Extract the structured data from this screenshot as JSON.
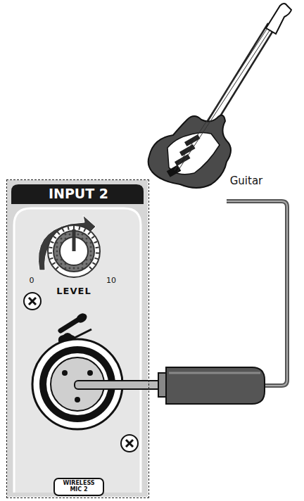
{
  "diagram": {
    "nodes": [
      {
        "text": [
          "INPUT 2"
        ]
      },
      {
        "text": [
          "WIRELESS MIC 2"
        ],
        "in": 0
      }
    ],
    "labels": [
      "0",
      "10",
      "LEVEL",
      "Guitar"
    ]
  }
}
